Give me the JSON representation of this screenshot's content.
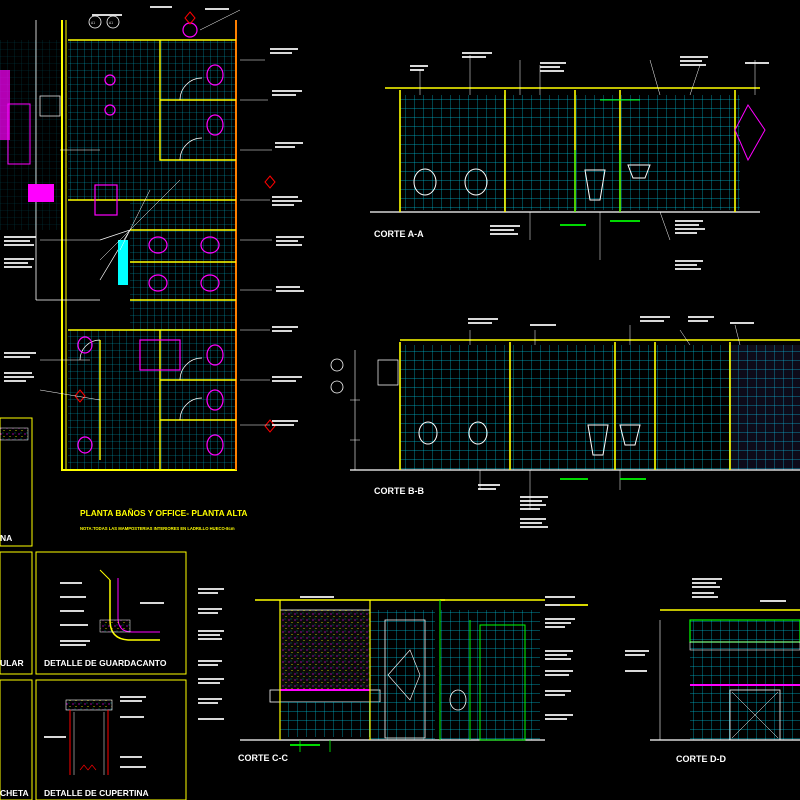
{
  "drawing": {
    "plan_title": "PLANTA BAÑOS Y OFFICE- PLANTA ALTA",
    "plan_note": "NOTA:TODAS LAS MAMPOSTERIAS INTERIORES EN LADRILLO HUECO-8cm",
    "sections": {
      "a": "CORTE A-A",
      "b": "CORTE B-B",
      "c": "CORTE C-C",
      "d": "CORTE D-D"
    },
    "details": {
      "left_top_partial": "NA",
      "left_mid_partial": "ULAR",
      "left_bot_partial": "CHETA",
      "guardacanto": "DETALLE DE GUARDACANTO",
      "cupertina": "DETALLE DE CUPERTINA"
    },
    "plan_markers": [
      "A1",
      "A1"
    ]
  },
  "colors": {
    "background": "#000000",
    "tile_grid": "#00bcd4",
    "wall": "#ffff00",
    "fixture": "#ff00ff",
    "title": "#ffff00",
    "marker": "#ff0000",
    "annotation": "#ffffff",
    "green": "#00ff00"
  }
}
